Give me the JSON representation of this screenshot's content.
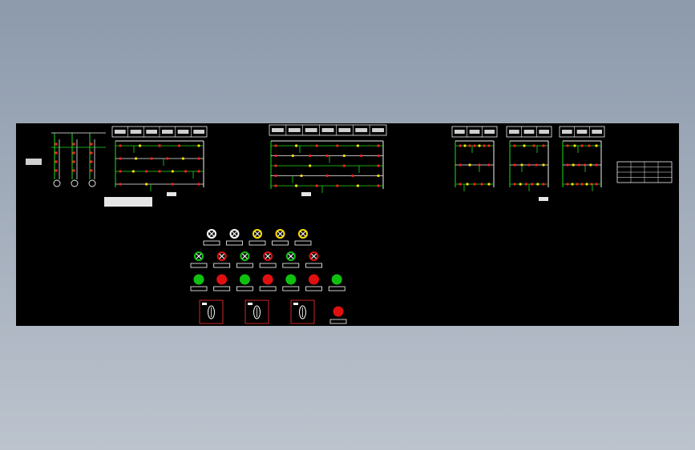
{
  "viewer": {
    "background_top": "#8c9aac",
    "background_bottom": "#bcc3cd",
    "sheet_color": "#000000"
  },
  "colors": {
    "line_green": "#1fdc1f",
    "line_white": "#f2f2f2",
    "contact_red": "#ff2020",
    "contact_yellow": "#ffe000",
    "lamp_green": "#10c010",
    "lamp_red": "#e01010",
    "selector_frame": "#ff3030"
  },
  "drawing": {
    "circuits": [
      {
        "id": "main-power-circuit",
        "lines": 3
      },
      {
        "id": "control-circuit-a",
        "rungs": 4
      },
      {
        "id": "control-circuit-b",
        "rungs": 5
      },
      {
        "id": "control-circuit-c",
        "rungs": 3
      },
      {
        "id": "control-circuit-d",
        "rungs": 3
      },
      {
        "id": "control-circuit-e",
        "rungs": 3
      }
    ],
    "panel": {
      "row1_indicators": 5,
      "row2_indicators": 6,
      "row3_lamps": [
        "green",
        "red",
        "green",
        "red",
        "green",
        "red",
        "green"
      ],
      "selector_switches": 3,
      "emergency_stop": 1
    }
  }
}
